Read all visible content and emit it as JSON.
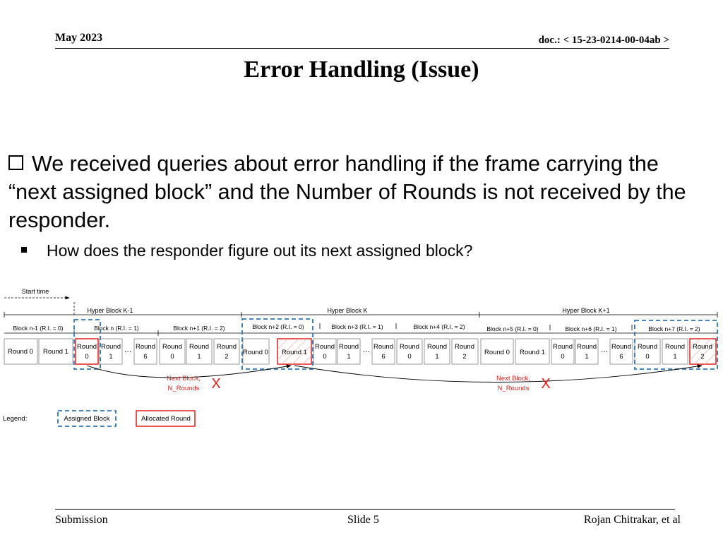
{
  "header": {
    "date": "May 2023",
    "doc": "doc.: < 15-23-0214-00-04ab >"
  },
  "title": "Error Handling (Issue)",
  "bullets": {
    "main": "We received queries about error handling if the frame carrying the “next assigned block” and the Number of Rounds is not received by the responder.",
    "sub": "How does the responder figure out its next assigned block?"
  },
  "diagram": {
    "start_time": "Start time",
    "hyper_blocks": [
      "Hyper Block K-1",
      "Hyper Block K",
      "Hyper Block K+1"
    ],
    "blocks": [
      "Block n-1 (R.I. = 0)",
      "Block n (R.I. = 1)",
      "Block n+1 (R.I. = 2)",
      "Block n+2 (R.I. = 0)",
      "Block n+3 (R.I. = 1)",
      "Block n+4 (R.I. = 2)",
      "Block n+5 (R.I. = 0)",
      "Block n+6 (R.I. = 1)",
      "Block n+7 (R.I. = 2)"
    ],
    "round_word": "Round",
    "ellipsis": "…",
    "next_block": {
      "line1": "Next Block,",
      "line2": "N_Rounds",
      "mark": "X"
    },
    "legend": {
      "label": "Legend:",
      "assigned": "Assigned Block",
      "allocated": "Allocated Round"
    },
    "colors": {
      "assigned": "#2e75b6",
      "allocated": "#e0201b",
      "x_mark": "#e0201b"
    }
  },
  "footer": {
    "left": "Submission",
    "center": "Slide 5",
    "right": "Rojan Chitrakar, et al"
  }
}
